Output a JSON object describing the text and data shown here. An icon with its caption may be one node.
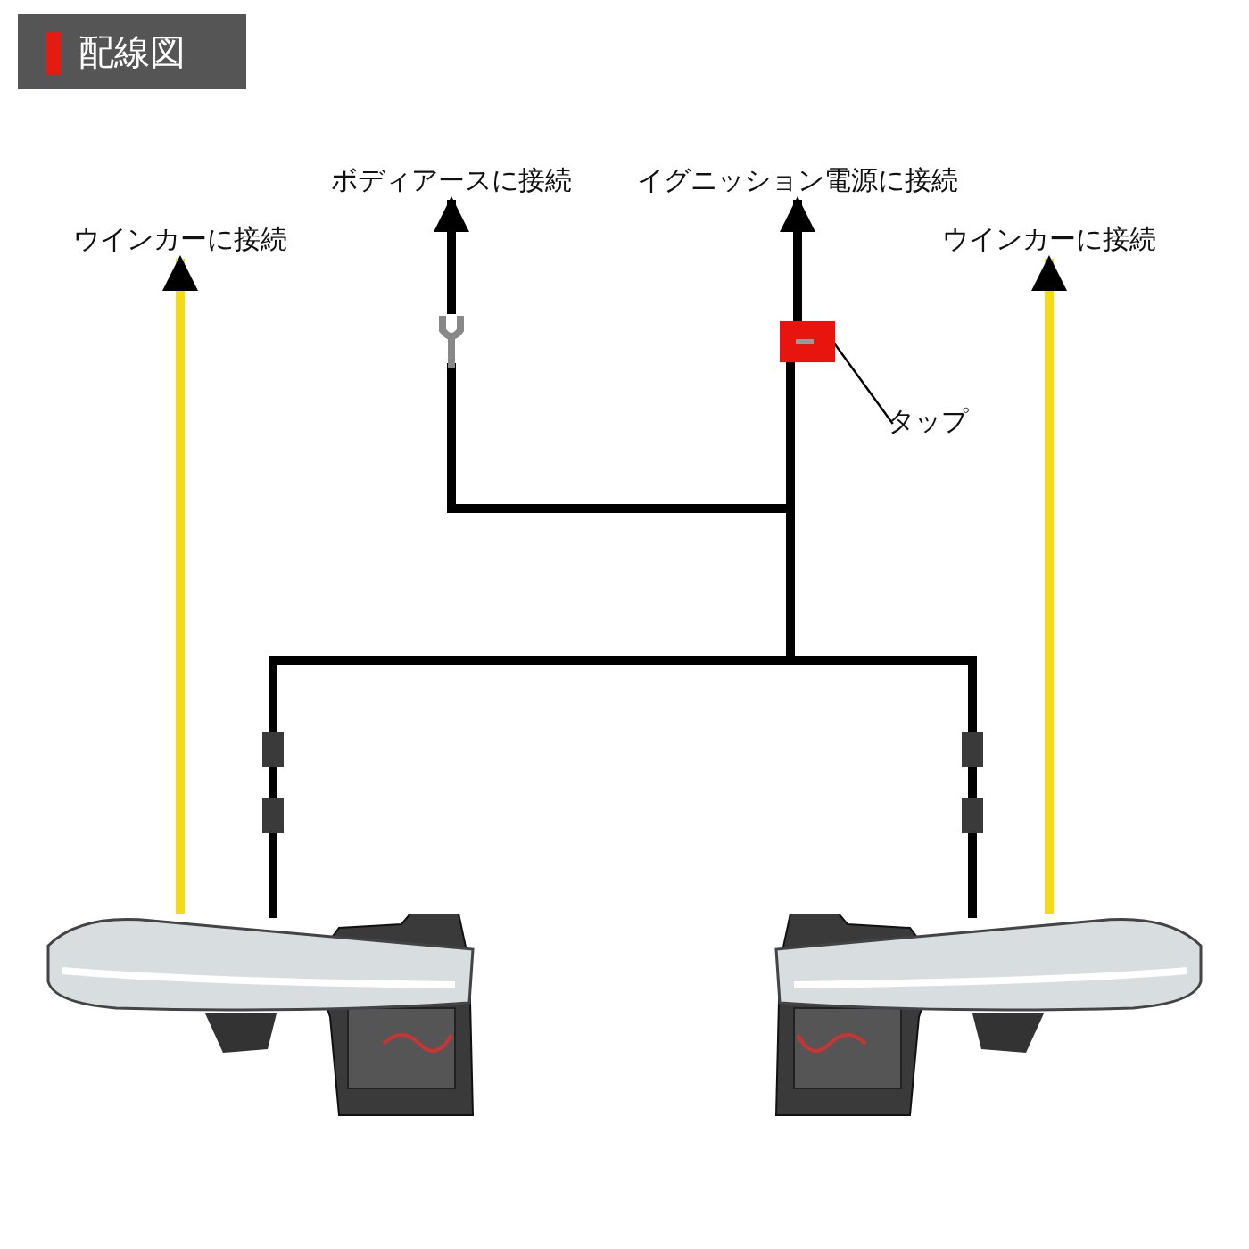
{
  "diagram": {
    "title": "配線図",
    "nodes": [
      {
        "text": [
          "ボディアースに接続"
        ]
      },
      {
        "text": [
          "イグニッション電源に接続"
        ]
      },
      {
        "text": [
          "ウインカーに接続"
        ]
      },
      {
        "text": [
          "ウインカーに接続"
        ]
      },
      {
        "text": [],
        "shape": "picture"
      },
      {
        "text": [],
        "shape": "box"
      },
      {
        "text": [
          "タップ"
        ]
      },
      {
        "text": [],
        "shape": "picture"
      },
      {
        "text": [],
        "shape": "picture"
      }
    ],
    "edges": [
      {
        "from": 4,
        "to": 0,
        "arrow": "to"
      },
      {
        "from": 5,
        "to": 1,
        "arrow": "to"
      },
      {
        "from": 7,
        "to": 2,
        "arrow": "to",
        "color": "#f5dc12"
      },
      {
        "from": 8,
        "to": 3,
        "arrow": "to",
        "color": "#f5dc12"
      },
      {
        "from": 6,
        "to": 5,
        "arrow": "none"
      },
      {
        "from": 7,
        "to": 4,
        "arrow": "none"
      },
      {
        "from": 7,
        "to": 5,
        "arrow": "none"
      },
      {
        "from": 8,
        "to": 4,
        "arrow": "none"
      },
      {
        "from": 8,
        "to": 5,
        "arrow": "none"
      }
    ]
  }
}
